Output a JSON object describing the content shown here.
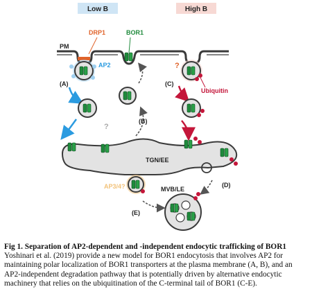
{
  "diagram": {
    "condition_low": "Low B",
    "condition_high": "High B",
    "label_pm": "PM",
    "label_drp1": "DRP1",
    "label_bor1": "BOR1",
    "label_ap2": "AP2",
    "label_unknown_top": "?",
    "label_unknown_mid": "?",
    "label_ubiquitin": "Ubiquitin",
    "label_tgn": "TGN/EE",
    "label_ap34": "AP3/4?",
    "label_mvb": "MVB/LE",
    "step_a": "(A)",
    "step_b": "(B)",
    "step_c": "(C)",
    "step_d": "(D)",
    "step_e": "(E)",
    "colors": {
      "low_b_box": "#cfe5f5",
      "high_b_box": "#f7d9d4",
      "bor1": "#1f8a3c",
      "ap2": "#9fd0f0",
      "drp1": "#e0632a",
      "ubiquitin": "#c4163a",
      "ap34": "#f2c27a",
      "membrane": "#3a3a3a",
      "lumen": "#e3e3e3",
      "arrow_blue": "#2b9be0",
      "arrow_red": "#c4163a"
    }
  },
  "caption": {
    "title": "Fig 1. Separation of AP2-dependent and -independent endocytic trafficking of BOR1",
    "body": "Yoshinari et al. (2019) provide a new model for BOR1 endocytosis that involves AP2 for maintaining polar localization of BOR1 transporters at the plasma membrane (A, B), and an AP2-independent degradation pathway that is potentially driven by alternative endocytic machinery that relies on the ubiquitination of the C-terminal tail of BOR1 (C-E)."
  }
}
